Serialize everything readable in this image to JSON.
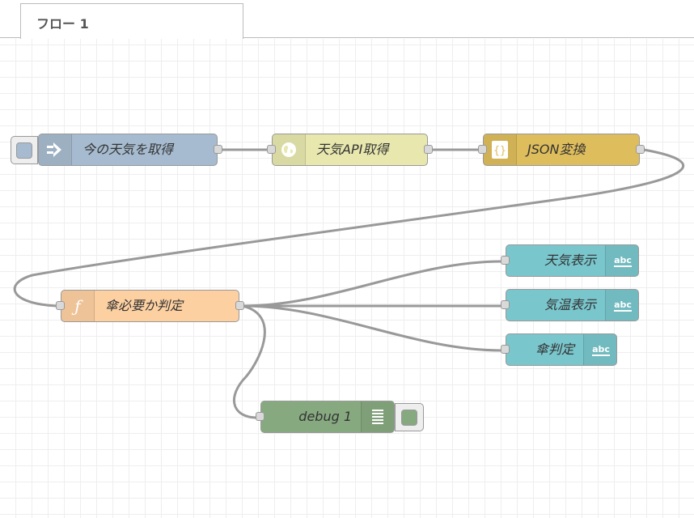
{
  "tabs": [
    {
      "label": "フロー 1",
      "active": true
    }
  ],
  "colors": {
    "inject": "#a6bbcf",
    "http_request": "#e7e7ae",
    "json": "#debd5c",
    "function": "#fdd0a2",
    "ui_text": "#79c6cc",
    "debug": "#87a980",
    "wire": "#999999"
  },
  "nodes": {
    "inject": {
      "label": "今の天気を取得",
      "icon": "inject-arrow-icon"
    },
    "http_request": {
      "label": "天気API取得",
      "icon": "globe-icon"
    },
    "json": {
      "label": "JSON変換",
      "icon": "braces-icon"
    },
    "function": {
      "label": "傘必要か判定",
      "icon": "function-icon"
    },
    "text_weather": {
      "label": "天気表示",
      "icon": "abc-text-icon"
    },
    "text_temp": {
      "label": "気温表示",
      "icon": "abc-text-icon"
    },
    "text_umbrella": {
      "label": "傘判定",
      "icon": "abc-text-icon"
    },
    "debug": {
      "label": "debug 1",
      "icon": "debug-list-icon"
    }
  }
}
